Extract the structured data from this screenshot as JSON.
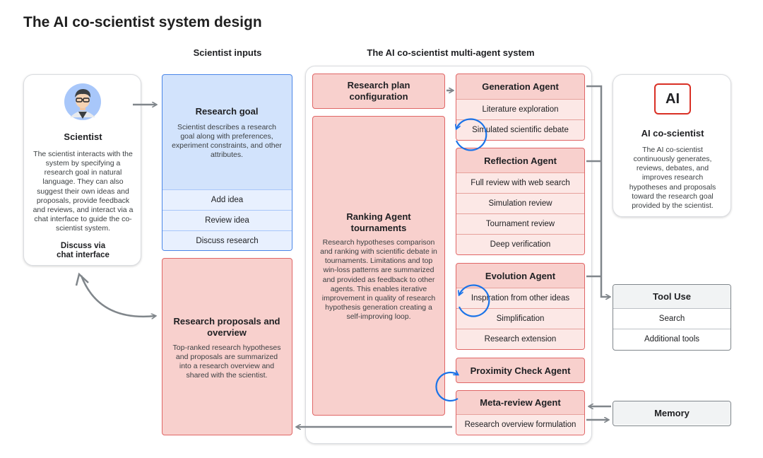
{
  "title": "The AI co-scientist system design",
  "section_inputs": "Scientist inputs",
  "section_system": "The AI co-scientist multi-agent system",
  "scientist": {
    "name": "Scientist",
    "description": "The scientist interacts with the system by specifying a research goal in natural language. They can also suggest their own ideas and proposals, provide feedback and reviews, and interact via a chat interface to guide the co-scientist system.",
    "discuss_line1": "Discuss via",
    "discuss_line2": "chat interface"
  },
  "research_goal": {
    "title": "Research goal",
    "description": "Scientist describes a research goal along with preferences, experiment constraints, and other attributes.",
    "actions": [
      "Add idea",
      "Review idea",
      "Discuss research"
    ]
  },
  "proposals": {
    "title": "Research proposals and overview",
    "description": "Top-ranked research hypotheses and proposals are summarized into a research overview and shared with the scientist."
  },
  "plan_config": {
    "title": "Research plan configuration"
  },
  "ranking": {
    "title": "Ranking Agent tournaments",
    "description": "Research hypotheses comparison and ranking with scientific debate in tournaments. Limitations and top win-loss patterns are summarized and provided as feedback to other agents. This enables iterative improvement in quality of research hypothesis generation creating a self-improving loop."
  },
  "agents": {
    "generation": {
      "title": "Generation Agent",
      "items": [
        "Literature exploration",
        "Simulated scientific debate"
      ]
    },
    "reflection": {
      "title": "Reflection Agent",
      "items": [
        "Full review with web search",
        "Simulation review",
        "Tournament review",
        "Deep verification"
      ]
    },
    "evolution": {
      "title": "Evolution Agent",
      "items": [
        "Inspiration from other ideas",
        "Simplification",
        "Research extension"
      ]
    },
    "proximity": {
      "title": "Proximity Check Agent"
    },
    "meta": {
      "title": "Meta-review Agent",
      "items": [
        "Research overview formulation"
      ]
    }
  },
  "ai_card": {
    "badge": "AI",
    "title": "AI co-scientist",
    "description": "The AI co-scientist continuously generates, reviews, debates, and improves research hypotheses and proposals toward the research goal provided by the scientist."
  },
  "tool_use": {
    "title": "Tool Use",
    "items": [
      "Search",
      "Additional tools"
    ]
  },
  "memory": {
    "title": "Memory"
  },
  "colors": {
    "blue_fill": "#d2e3fc",
    "blue_border": "#4a86e8",
    "red_fill": "#f8d0cd",
    "red_border": "#e06666",
    "loop_arrow": "#1a73e8",
    "connector": "#80868b"
  }
}
